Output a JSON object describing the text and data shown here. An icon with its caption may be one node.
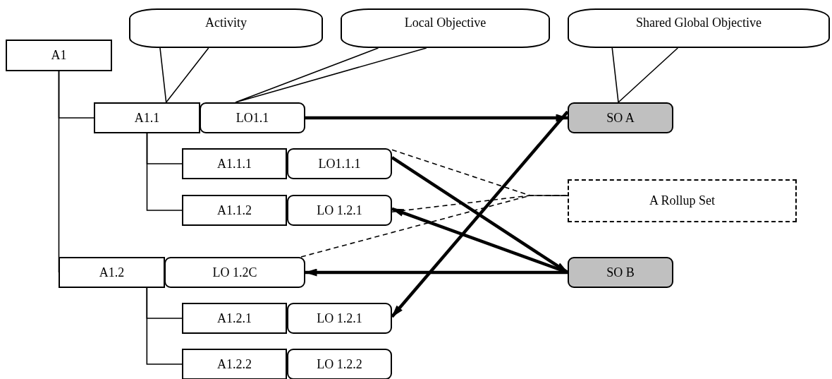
{
  "diagram": {
    "nodes": [
      {
        "text": [
          "Activity"
        ]
      },
      {
        "text": [
          "Local Objective"
        ]
      },
      {
        "text": [
          "Shared Global Objective"
        ]
      },
      {
        "text": [
          "A1"
        ]
      },
      {
        "text": [
          "A1.1"
        ]
      },
      {
        "text": [
          "LO1.1"
        ]
      },
      {
        "text": [
          "SO A"
        ]
      },
      {
        "text": [
          "A1.1.1"
        ]
      },
      {
        "text": [
          "LO1.1.1"
        ]
      },
      {
        "text": [
          "A1.1.2"
        ]
      },
      {
        "text": [
          "LO 1.2.1"
        ]
      },
      {
        "text": [
          "A Rollup Set"
        ]
      },
      {
        "text": [
          "A1.2"
        ]
      },
      {
        "text": [
          "LO 1.2C"
        ]
      },
      {
        "text": [
          "SO B"
        ]
      },
      {
        "text": [
          "A1.2.1"
        ]
      },
      {
        "text": [
          "LO 1.2.1"
        ]
      },
      {
        "text": [
          "A1.2.2"
        ]
      },
      {
        "text": [
          "LO 1.2.2"
        ]
      }
    ],
    "edges": [
      {
        "from": 0,
        "to": 4,
        "arrow": "none"
      },
      {
        "from": 1,
        "to": 5,
        "arrow": "none"
      },
      {
        "from": 2,
        "to": 6,
        "arrow": "none"
      },
      {
        "from": 3,
        "to": 4,
        "arrow": "none"
      },
      {
        "from": 3,
        "to": 12,
        "arrow": "none"
      },
      {
        "from": 4,
        "to": 7,
        "arrow": "none"
      },
      {
        "from": 4,
        "to": 9,
        "arrow": "none"
      },
      {
        "from": 12,
        "to": 15,
        "arrow": "none"
      },
      {
        "from": 12,
        "to": 17,
        "arrow": "none"
      },
      {
        "from": 5,
        "to": 6,
        "arrow": "to",
        "style": "thick"
      },
      {
        "from": 8,
        "to": 14,
        "arrow": "to",
        "style": "thick"
      },
      {
        "from": 14,
        "to": 10,
        "arrow": "to",
        "style": "thick"
      },
      {
        "from": 14,
        "to": 13,
        "arrow": "to",
        "style": "thick"
      },
      {
        "from": 6,
        "to": 16,
        "arrow": "to",
        "style": "thick"
      },
      {
        "from": 8,
        "to": 11,
        "arrow": "none",
        "style": "dashed"
      },
      {
        "from": 10,
        "to": 11,
        "arrow": "none",
        "style": "dashed"
      },
      {
        "from": 13,
        "to": 11,
        "arrow": "none",
        "style": "dashed"
      }
    ]
  }
}
